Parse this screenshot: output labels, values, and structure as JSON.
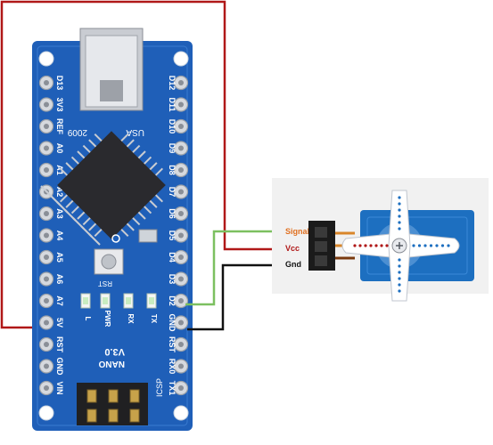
{
  "board": {
    "name": "NANO",
    "version": "V3.0",
    "year": "2009",
    "country": "USA",
    "reset_label": "RST",
    "icsp_label": "ICSP",
    "led_labels": [
      "L",
      "PWR",
      "RX",
      "TX"
    ],
    "left_pins": [
      "D13",
      "3V3",
      "REF",
      "A0",
      "A1",
      "A2",
      "A3",
      "A4",
      "A5",
      "A6",
      "A7",
      "5V",
      "RST",
      "GND",
      "VIN"
    ],
    "right_pins": [
      "D12",
      "D11",
      "D10",
      "D9",
      "D8",
      "D7",
      "D6",
      "D5",
      "D4",
      "D3",
      "D2",
      "GND",
      "RST",
      "RX0",
      "TX1"
    ]
  },
  "servo": {
    "signal_label": "Signal",
    "vcc_label": "Vcc",
    "gnd_label": "Gnd"
  },
  "colors": {
    "board_blue": "#1f5fb8",
    "wire_red": "#b01818",
    "wire_green": "#7cc060",
    "wire_black": "#111111",
    "servo_blue": "#1d6fc0",
    "signal_orange": "#e07020"
  }
}
